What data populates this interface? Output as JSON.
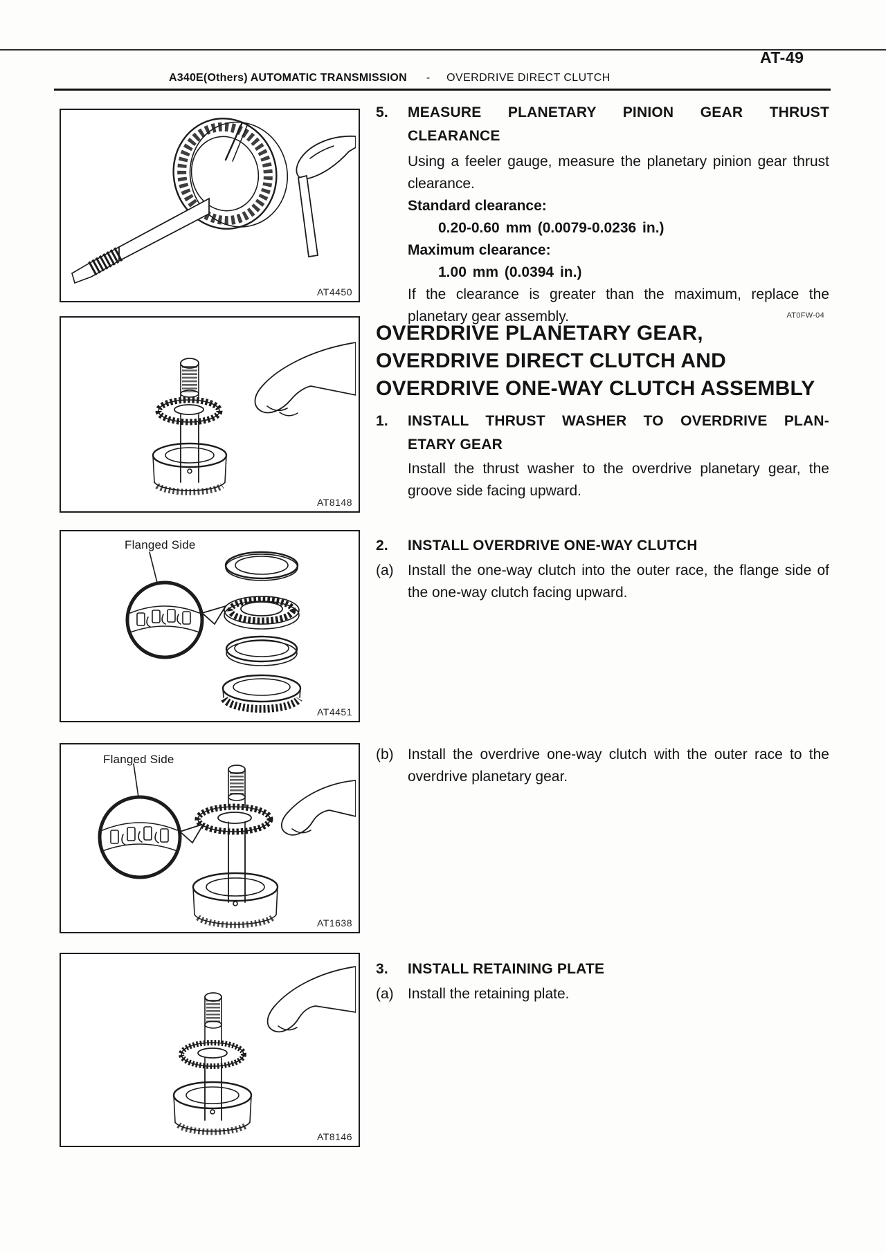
{
  "page": {
    "number": "AT-49"
  },
  "header": {
    "section": "A340E(Others) AUTOMATIC TRANSMISSION",
    "separator": "-",
    "subsection": "OVERDRIVE DIRECT CLUTCH"
  },
  "figures": [
    {
      "code": "AT4450",
      "label": ""
    },
    {
      "code": "AT8148",
      "label": ""
    },
    {
      "code": "AT4451",
      "label": "Flanged Side"
    },
    {
      "code": "AT1638",
      "label": "Flanged Side"
    },
    {
      "code": "AT8146",
      "label": ""
    }
  ],
  "content": {
    "step5": {
      "number": "5.",
      "title_line1": "MEASURE PLANETARY PINION GEAR THRUST",
      "title_line2": "CLEARANCE",
      "para1": "Using a feeler gauge, measure the planetary pinion gear thrust clearance.",
      "spec1_label": "Standard clearance:",
      "spec1_value": "0.20-0.60 mm (0.0079-0.0236 in.)",
      "spec2_label": "Maximum clearance:",
      "spec2_value": "1.00 mm (0.0394 in.)",
      "para2": "If the clearance is greater than the maximum, replace the planetary gear assembly."
    },
    "ref_code": "AT0FW-04",
    "assembly_title": [
      "OVERDRIVE PLANETARY GEAR,",
      "OVERDRIVE DIRECT CLUTCH AND",
      "OVERDRIVE ONE-WAY CLUTCH ASSEMBLY"
    ],
    "step1": {
      "number": "1.",
      "title_line1": "INSTALL THRUST WASHER TO OVERDRIVE PLAN-",
      "title_line2": "ETARY GEAR",
      "para": "Install the thrust washer to the overdrive planetary gear, the groove side facing upward."
    },
    "step2": {
      "number": "2.",
      "title": "INSTALL OVERDRIVE ONE-WAY CLUTCH",
      "sub_a_label": "(a)",
      "sub_a_text": "Install the one-way clutch into the outer race, the flange side of the one-way clutch facing upward.",
      "sub_b_label": "(b)",
      "sub_b_text": "Install the overdrive one-way clutch with the outer race to the overdrive planetary gear."
    },
    "step3": {
      "number": "3.",
      "title": "INSTALL RETAINING PLATE",
      "sub_a_label": "(a)",
      "sub_a_text": "Install the retaining plate."
    }
  }
}
